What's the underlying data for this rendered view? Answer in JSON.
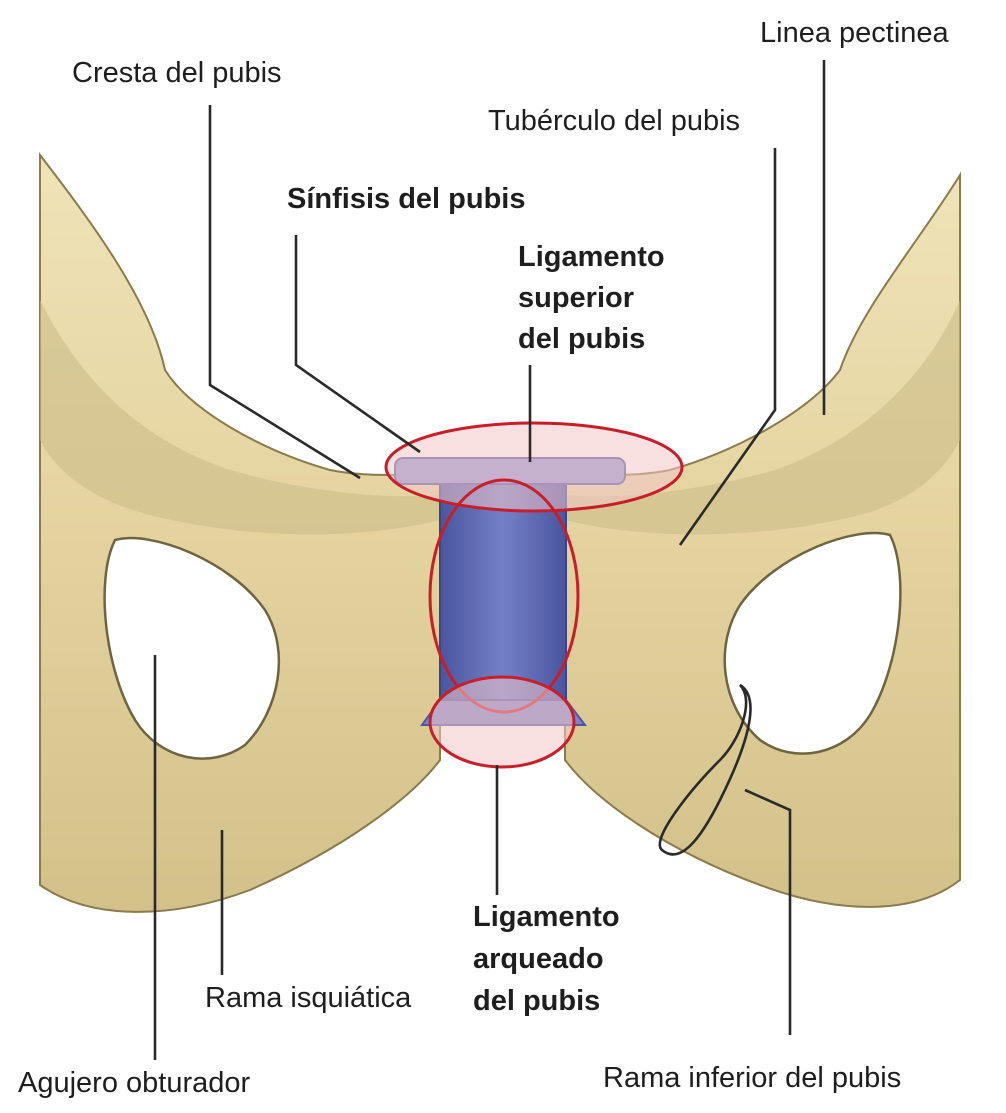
{
  "labels": {
    "cresta": "Cresta del pubis",
    "linea": "Linea pectinea",
    "tuberculo": "Tubérculo del pubis",
    "sinfisis": "Sínfisis del pubis",
    "lig_sup_1": "Ligamento",
    "lig_sup_2": "superior",
    "lig_sup_3": "del pubis",
    "lig_arq_1": "Ligamento",
    "lig_arq_2": "arqueado",
    "lig_arq_3": "del pubis",
    "rama_isq": "Rama isquiática",
    "agujero": "Agujero obturador",
    "rama_inf": "Rama inferior del pubis"
  },
  "colors": {
    "bone": "#e6d7a6",
    "symphysis": "#6470b8",
    "highlight_fill": "#f2c6c8",
    "highlight_stroke": "#c81e2a"
  }
}
